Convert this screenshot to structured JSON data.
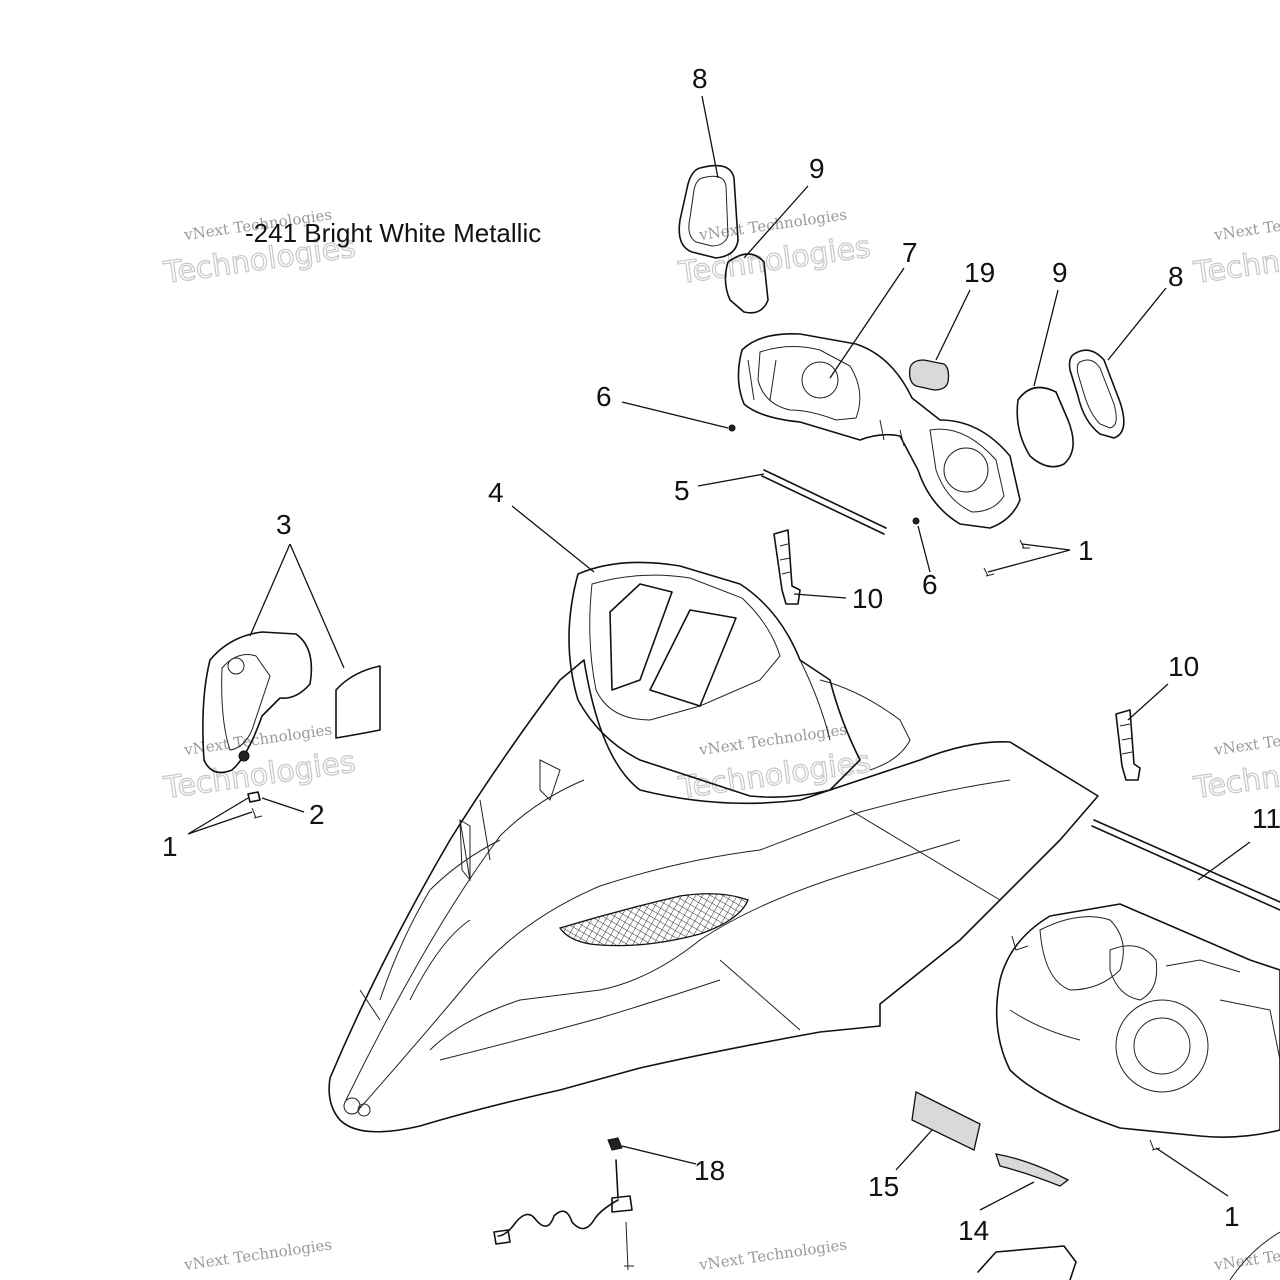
{
  "diagram": {
    "title": "-241  Bright White Metallic",
    "callouts": [
      "8",
      "9",
      "7",
      "19",
      "9",
      "8",
      "6",
      "5",
      "4",
      "3",
      "1",
      "10",
      "6",
      "10",
      "11",
      "2",
      "1",
      "18",
      "15",
      "14",
      "1"
    ],
    "watermark": {
      "line1": "vNext Technologies",
      "line2": "Technologies"
    }
  }
}
